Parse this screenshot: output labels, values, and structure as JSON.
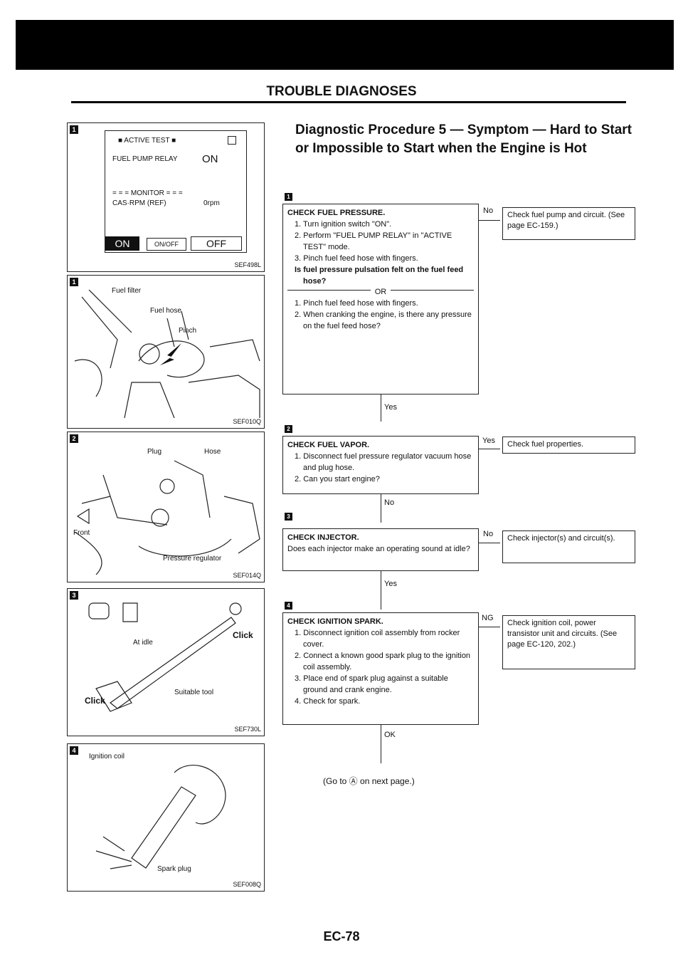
{
  "header": {
    "title": "TROUBLE DIAGNOSES"
  },
  "figures": [
    {
      "badge": "1",
      "code": "SEF498L",
      "screen": {
        "active_test": "ACTIVE TEST",
        "relay": "FUEL PUMP RELAY",
        "relay_state": "ON",
        "monitor": "MONITOR",
        "cas_label": "CAS·RPM (REF)",
        "cas_value": "0rpm",
        "btn_on": "ON",
        "btn_onoff": "ON/OFF",
        "btn_off": "OFF"
      }
    },
    {
      "badge": "1",
      "code": "SEF010Q",
      "labels": [
        "Fuel filter",
        "Fuel hose",
        "Pinch"
      ]
    },
    {
      "badge": "2",
      "code": "SEF014Q",
      "labels": [
        "Plug",
        "Hose",
        "Front",
        "Pressure regulator"
      ]
    },
    {
      "badge": "3",
      "code": "SEF730L",
      "labels": [
        "At idle",
        "Click",
        "Click",
        "Suitable tool"
      ]
    },
    {
      "badge": "4",
      "code": "SEF008Q",
      "labels": [
        "Ignition coil",
        "Spark plug"
      ]
    }
  ],
  "procedure": {
    "title": "Diagnostic Procedure 5 — Symptom — Hard to Start or Impossible to Start when the Engine is Hot",
    "steps": [
      {
        "badge": "1",
        "head": "CHECK FUEL PRESSURE.",
        "lines_a": [
          "1. Turn ignition switch \"ON\".",
          "2. Perform \"FUEL PUMP RELAY\" in \"ACTIVE TEST\" mode.",
          "3. Pinch fuel feed hose with fingers."
        ],
        "question": "Is fuel pressure pulsation felt on the fuel feed hose?",
        "or": "OR",
        "lines_b": [
          "1. Pinch fuel feed hose with fingers.",
          "2. When cranking the engine, is there any pressure on the fuel feed hose?"
        ],
        "side_label": "No",
        "side_result": "Check fuel pump and circuit. (See page EC-159.)",
        "down_label": "Yes"
      },
      {
        "badge": "2",
        "head": "CHECK FUEL VAPOR.",
        "lines_a": [
          "1. Disconnect fuel pressure regulator vacuum hose and plug hose.",
          "2. Can you start engine?"
        ],
        "side_label": "Yes",
        "side_result": "Check fuel properties.",
        "down_label": "No"
      },
      {
        "badge": "3",
        "head": "CHECK INJECTOR.",
        "lines_a": [
          "Does each injector make an operating sound at idle?"
        ],
        "side_label": "No",
        "side_result": "Check injector(s) and circuit(s).",
        "down_label": "Yes"
      },
      {
        "badge": "4",
        "head": "CHECK IGNITION SPARK.",
        "lines_a": [
          "1. Disconnect ignition coil assembly from rocker cover.",
          "2. Connect a known good spark plug to the ignition coil assembly.",
          "3. Place end of spark plug against a suitable ground and crank engine.",
          "4. Check for spark."
        ],
        "side_label": "NG",
        "side_result": "Check ignition coil, power transistor unit and circuits. (See page EC-120, 202.)",
        "down_label": "OK"
      }
    ],
    "goto": "(Go to Ⓐ on next page.)"
  },
  "footer": {
    "page": "EC-78"
  },
  "colors": {
    "ink": "#111111",
    "paper": "#ffffff"
  }
}
